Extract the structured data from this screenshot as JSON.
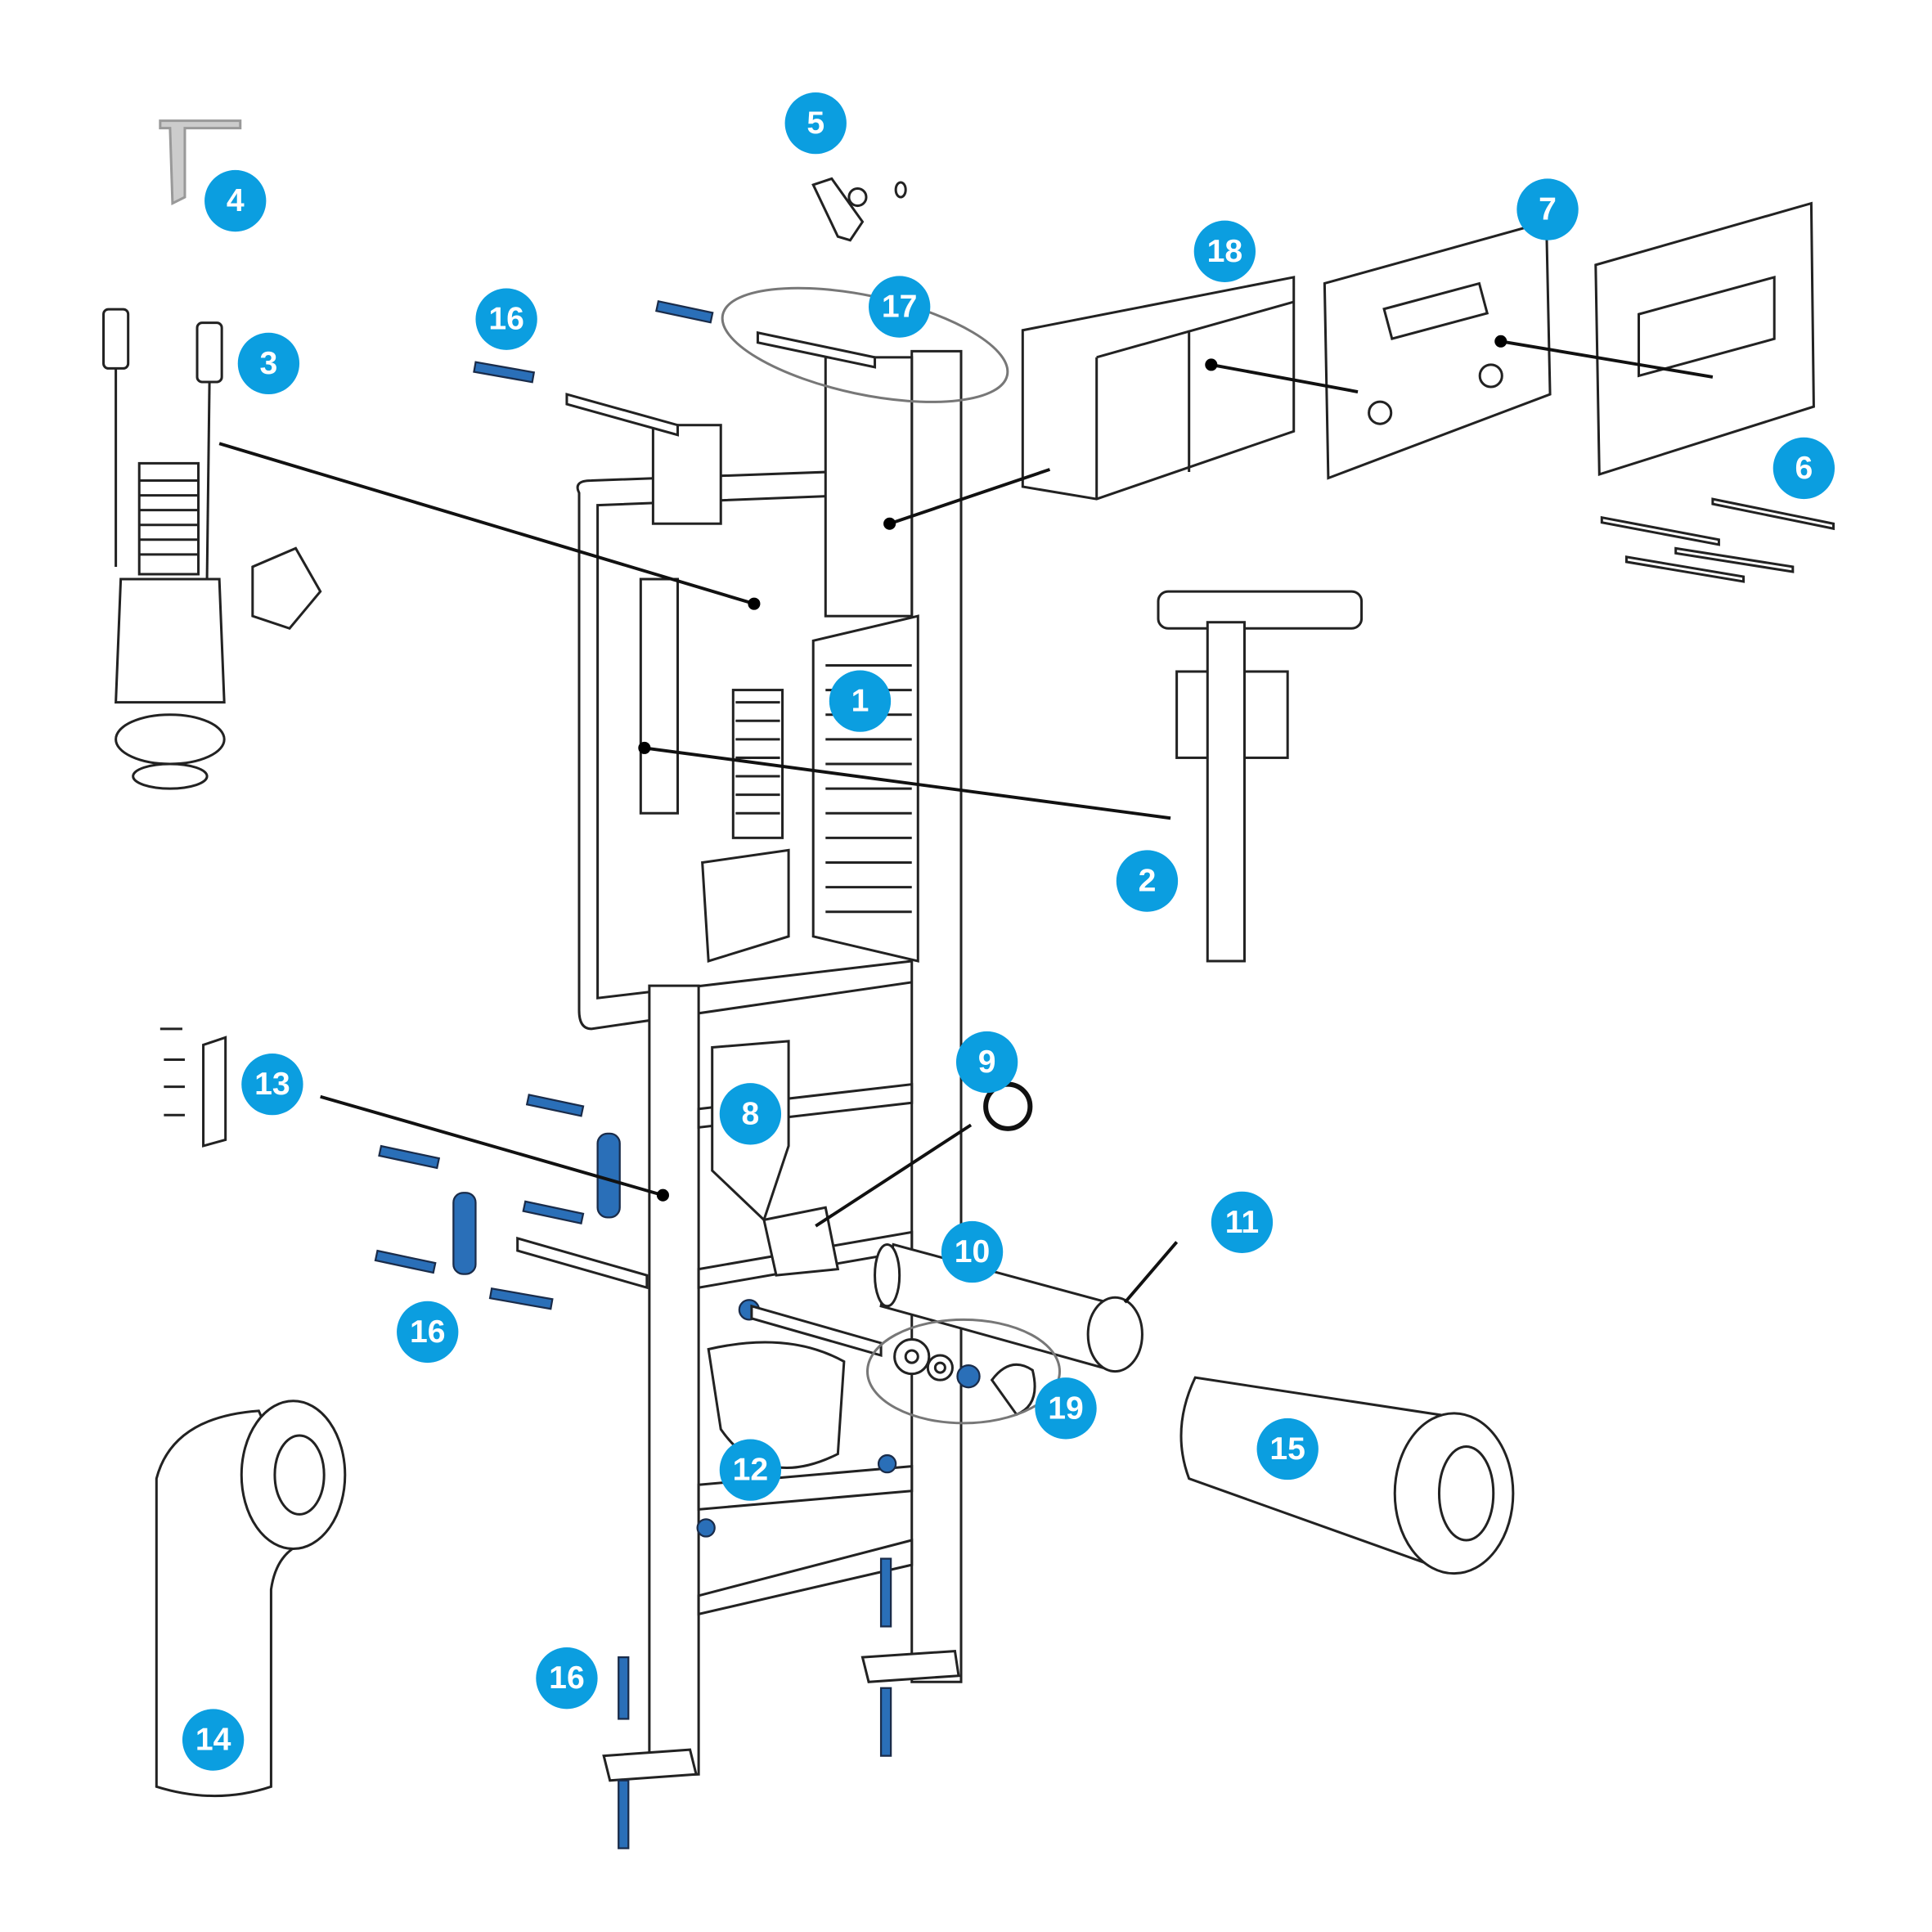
{
  "diagram": {
    "title": "Exploded view of wall-hung WC installation frame",
    "accent_color": "#0b9ee0",
    "callouts": [
      {
        "id": "c1",
        "label": "1"
      },
      {
        "id": "c2",
        "label": "2"
      },
      {
        "id": "c3",
        "label": "3"
      },
      {
        "id": "c4",
        "label": "4"
      },
      {
        "id": "c5",
        "label": "5"
      },
      {
        "id": "c6",
        "label": "6"
      },
      {
        "id": "c7",
        "label": "7"
      },
      {
        "id": "c8",
        "label": "8"
      },
      {
        "id": "c9",
        "label": "9"
      },
      {
        "id": "c10",
        "label": "10"
      },
      {
        "id": "c11",
        "label": "11"
      },
      {
        "id": "c12",
        "label": "12"
      },
      {
        "id": "c13",
        "label": "13"
      },
      {
        "id": "c14",
        "label": "14"
      },
      {
        "id": "c15",
        "label": "15"
      },
      {
        "id": "c16a",
        "label": "16"
      },
      {
        "id": "c16b",
        "label": "16"
      },
      {
        "id": "c16c",
        "label": "16"
      },
      {
        "id": "c17",
        "label": "17"
      },
      {
        "id": "c18",
        "label": "18"
      },
      {
        "id": "c19",
        "label": "19"
      }
    ]
  }
}
